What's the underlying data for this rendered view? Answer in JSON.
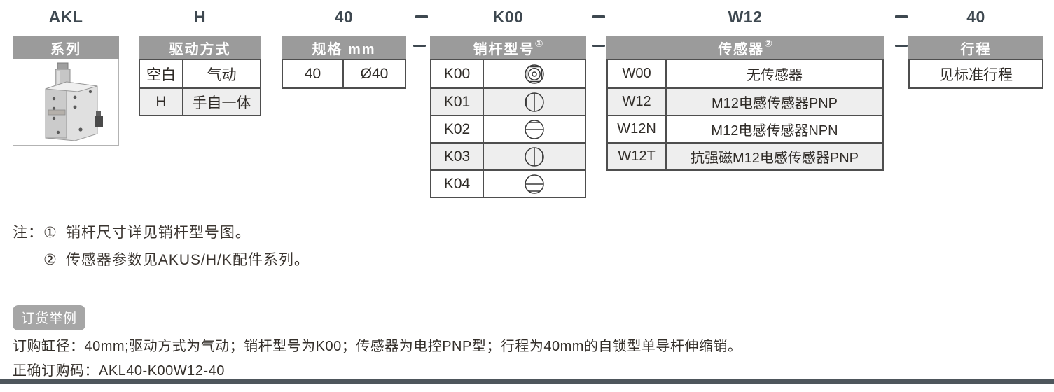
{
  "code_row": {
    "series": "AKL",
    "drive": "H",
    "bore": "40",
    "pin": "K00",
    "sensor": "W12",
    "stroke": "40"
  },
  "tables": {
    "series": {
      "header": "系列"
    },
    "drive": {
      "header": "驱动方式",
      "rows": [
        {
          "code": "空白",
          "desc": "气动"
        },
        {
          "code": "H",
          "desc": "手自一体"
        }
      ]
    },
    "spec": {
      "header": "规格 mm",
      "rows": [
        {
          "code": "40",
          "desc": "Ø40"
        }
      ]
    },
    "pin": {
      "header": "销杆型号",
      "header_sup": "①",
      "rows": [
        {
          "code": "K00",
          "icon": "castle-nut-section"
        },
        {
          "code": "K01",
          "icon": "circle-vertical-line-left-flat"
        },
        {
          "code": "K02",
          "icon": "circle-horizontal-line-top-flat"
        },
        {
          "code": "K03",
          "icon": "circle-vertical-line-right-flat"
        },
        {
          "code": "K04",
          "icon": "circle-horizontal-line-bottom-flat"
        }
      ]
    },
    "sensor": {
      "header": "传感器",
      "header_sup": "②",
      "rows": [
        {
          "code": "W00",
          "desc": "无传感器"
        },
        {
          "code": "W12",
          "desc": "M12电感传感器PNP"
        },
        {
          "code": "W12N",
          "desc": "M12电感传感器NPN"
        },
        {
          "code": "W12T",
          "desc": "抗强磁M12电感传感器PNP"
        }
      ]
    },
    "stroke": {
      "header": "行程",
      "rows": [
        {
          "desc": "见标准行程"
        }
      ]
    }
  },
  "notes": {
    "prefix": "注：",
    "items": [
      {
        "num": "①",
        "text": "销杆尺寸详见销杆型号图。"
      },
      {
        "num": "②",
        "text": "传感器参数见AKUS/H/K配件系列。"
      }
    ]
  },
  "order_example": {
    "badge": "订货举例",
    "line1": "订购缸径：40mm;驱动方式为气动；销杆型号为K00；传感器为电控PNP型；行程为40mm的自锁型单导杆伸缩销。",
    "line2_label": "正确订购码：",
    "line2_code": "AKL40-K00W12-40"
  },
  "colors": {
    "code_text": "#3e4850",
    "header_bg": "#9b9b9b",
    "row_stripe": "#eeeeee",
    "table_border": "#4e4e4e",
    "badge_bg": "#a6a6a6",
    "bottom_bar": "#4e565c"
  }
}
